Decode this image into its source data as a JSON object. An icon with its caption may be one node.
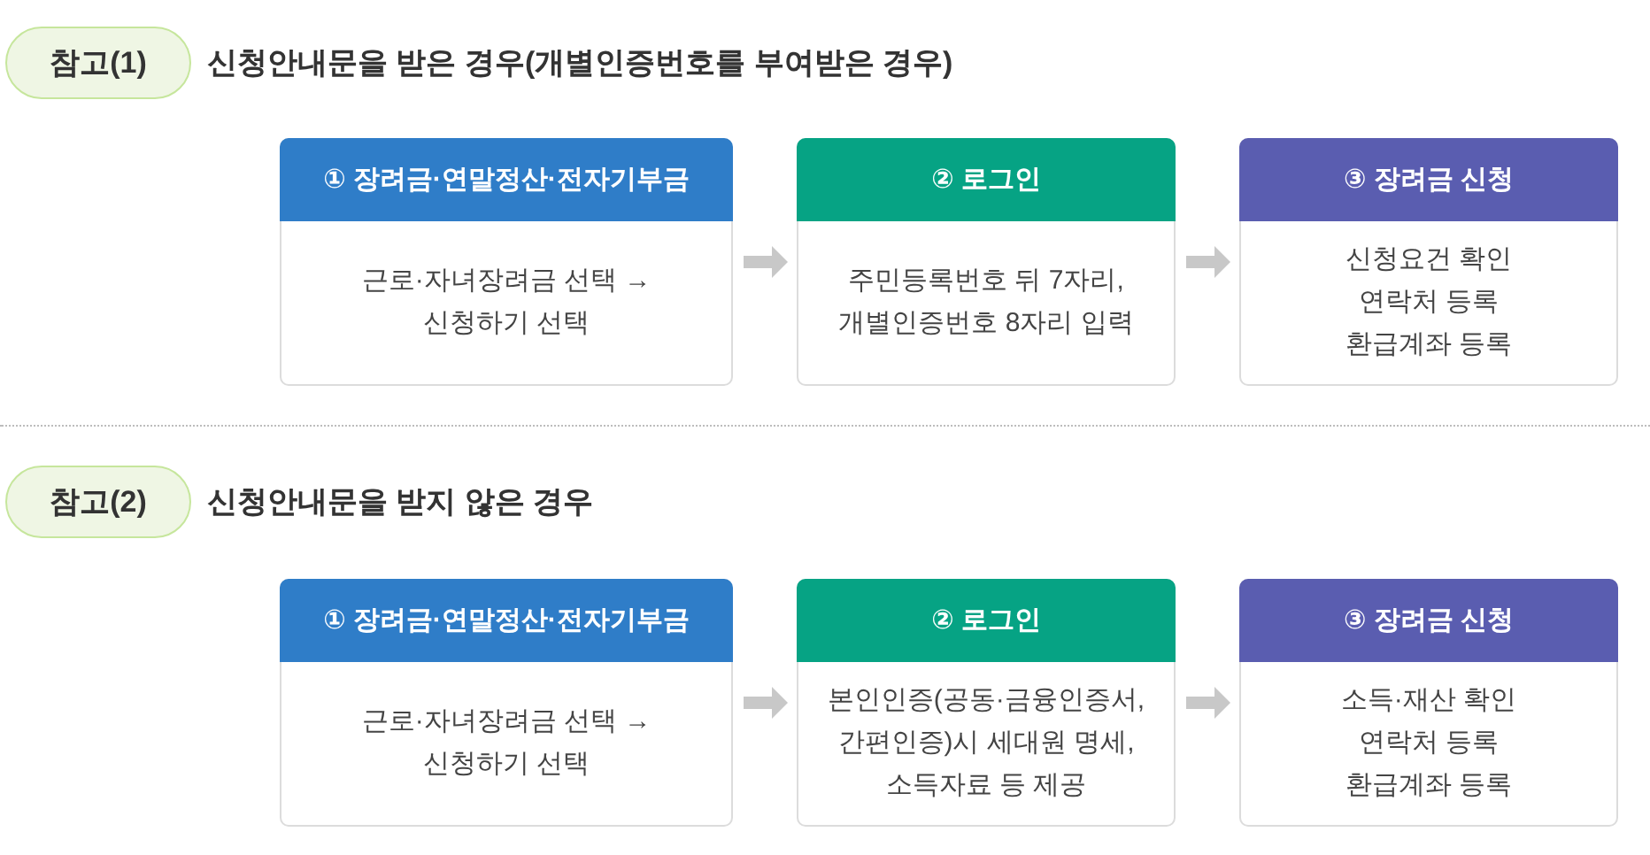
{
  "diagram": {
    "nodes": [
      {
        "text": [
          "참고(1)"
        ],
        "beside": [
          "신청안내문을 받은 경우(개별인증번호를 부여받은 경우)"
        ]
      },
      {
        "text": [
          "① 장려금·연말정산·전자기부금",
          "근로·자녀장려금 선택 → 신청하기 선택"
        ]
      },
      {
        "text": [
          "② 로그인",
          "주민등록번호 뒤 7자리, 개별인증번호 8자리 입력"
        ]
      },
      {
        "text": [
          "③ 장려금 신청",
          "신청요건 확인",
          "연락처 등록",
          "환급계좌 등록"
        ]
      },
      {
        "text": [
          "참고(2)"
        ],
        "beside": [
          "신청안내문을 받지 않은 경우"
        ]
      },
      {
        "text": [
          "① 장려금·연말정산·전자기부금",
          "근로·자녀장려금 선택 → 신청하기 선택"
        ]
      },
      {
        "text": [
          "② 로그인",
          "본인인증(공동·금융인증서, 간편인증)시 세대원 명세, 소득자료 등 제공"
        ]
      },
      {
        "text": [
          "③ 장려금 신청",
          "소득·재산 확인",
          "연락처 등록",
          "환급계좌 등록"
        ]
      }
    ],
    "edges": [
      {
        "from": 1,
        "to": 2,
        "arrow": "to"
      },
      {
        "from": 2,
        "to": 3,
        "arrow": "to"
      },
      {
        "from": 5,
        "to": 6,
        "arrow": "to"
      },
      {
        "from": 6,
        "to": 7,
        "arrow": "to"
      }
    ]
  }
}
